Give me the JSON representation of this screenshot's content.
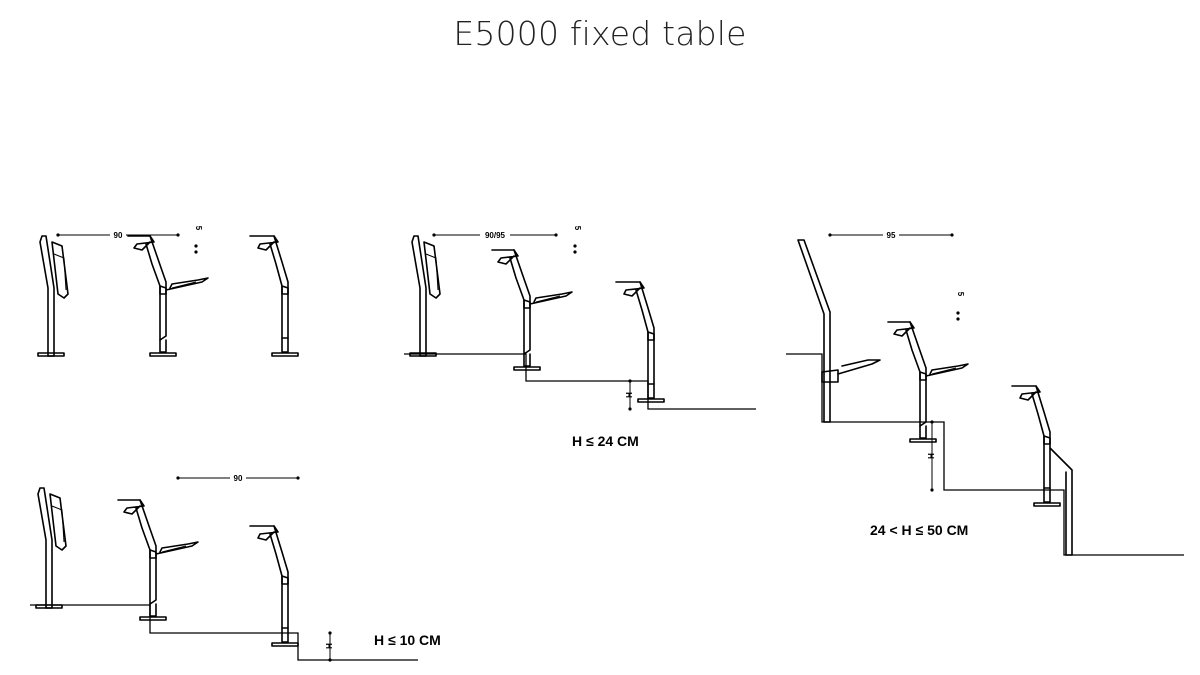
{
  "title": "E5000 fixed table",
  "views": {
    "flat": {
      "dimension": "90",
      "spacing": "5"
    },
    "step_small": {
      "dimension": "90",
      "rise": "H",
      "caption": "H ≤ 10 CM"
    },
    "step_medium": {
      "dimension": "90/95",
      "spacing": "5",
      "rise": "H",
      "caption": "H ≤ 24 CM"
    },
    "step_large": {
      "dimension": "95",
      "spacing": "5",
      "rise": "H",
      "caption": "24 < H ≤ 50 CM"
    }
  }
}
